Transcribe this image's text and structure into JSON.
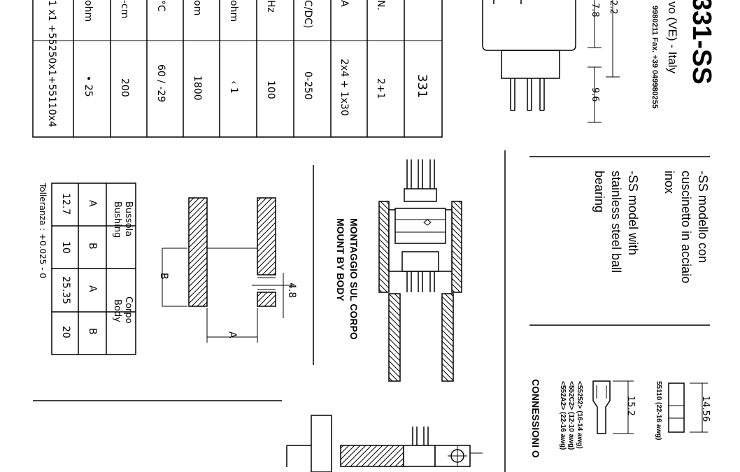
{
  "header": {
    "model_code": "331-SS",
    "company_line": "vo (VE) - Italy",
    "contact_line": "9980211  Fax. +39 049980255"
  },
  "specs_table": {
    "rows": [
      {
        "label": "1 x1 +55250x1+55110x4",
        "value": ""
      },
      {
        "label": "ohm",
        "value": "• 25"
      },
      {
        "label": "-cm",
        "value": "200"
      },
      {
        "label": "°C",
        "value": "60 / -29"
      },
      {
        "label": "om",
        "value": "1800"
      },
      {
        "label": "ohm",
        "value": "‹ 1"
      },
      {
        "label": "Hz",
        "value": "100"
      },
      {
        "label": "C/DC)",
        "value": "0-250"
      },
      {
        "label": "A",
        "value": "2x4 + 1x30"
      },
      {
        "label": "N.",
        "value": "2+1"
      },
      {
        "label": "",
        "value": "331"
      }
    ]
  },
  "tolerance_table": {
    "groups": [
      "Bussola Bushing",
      "Corpo Body"
    ],
    "groups_lines": [
      [
        "Bussola",
        "Bushing"
      ],
      [
        "Corpo",
        "Body"
      ]
    ],
    "headers": [
      "A",
      "B",
      "A",
      "B"
    ],
    "values": [
      "12.7",
      "10",
      "25.35",
      "20"
    ],
    "tolerance": "Tolleranza : +0.025 - 0"
  },
  "dimensions": {
    "top_a": "7.8",
    "top_b": "2.2",
    "top_c": "9.6",
    "mount_slot": "4.8",
    "label_a": "A",
    "label_b": "B",
    "conn_1": "14.56",
    "conn_2": "15.2"
  },
  "mounting": {
    "line1": "MONTAGGIO SUL CORPO",
    "line2": "MOUNT BY BODY"
  },
  "notes": {
    "it": [
      "-SS modello con",
      "cuscinetto in acciaio",
      "inox"
    ],
    "en": [
      "-SS model with",
      "stainless steel ball",
      "bearing"
    ]
  },
  "connections": {
    "title": "CONNESSIONI O",
    "lug_55110": "55110 (22-16 awg)",
    "lugs": [
      "<55252>  (16-14 awg)",
      "<552C2> (12-10 awg)",
      "<552A2> (22-16 awg)"
    ]
  }
}
